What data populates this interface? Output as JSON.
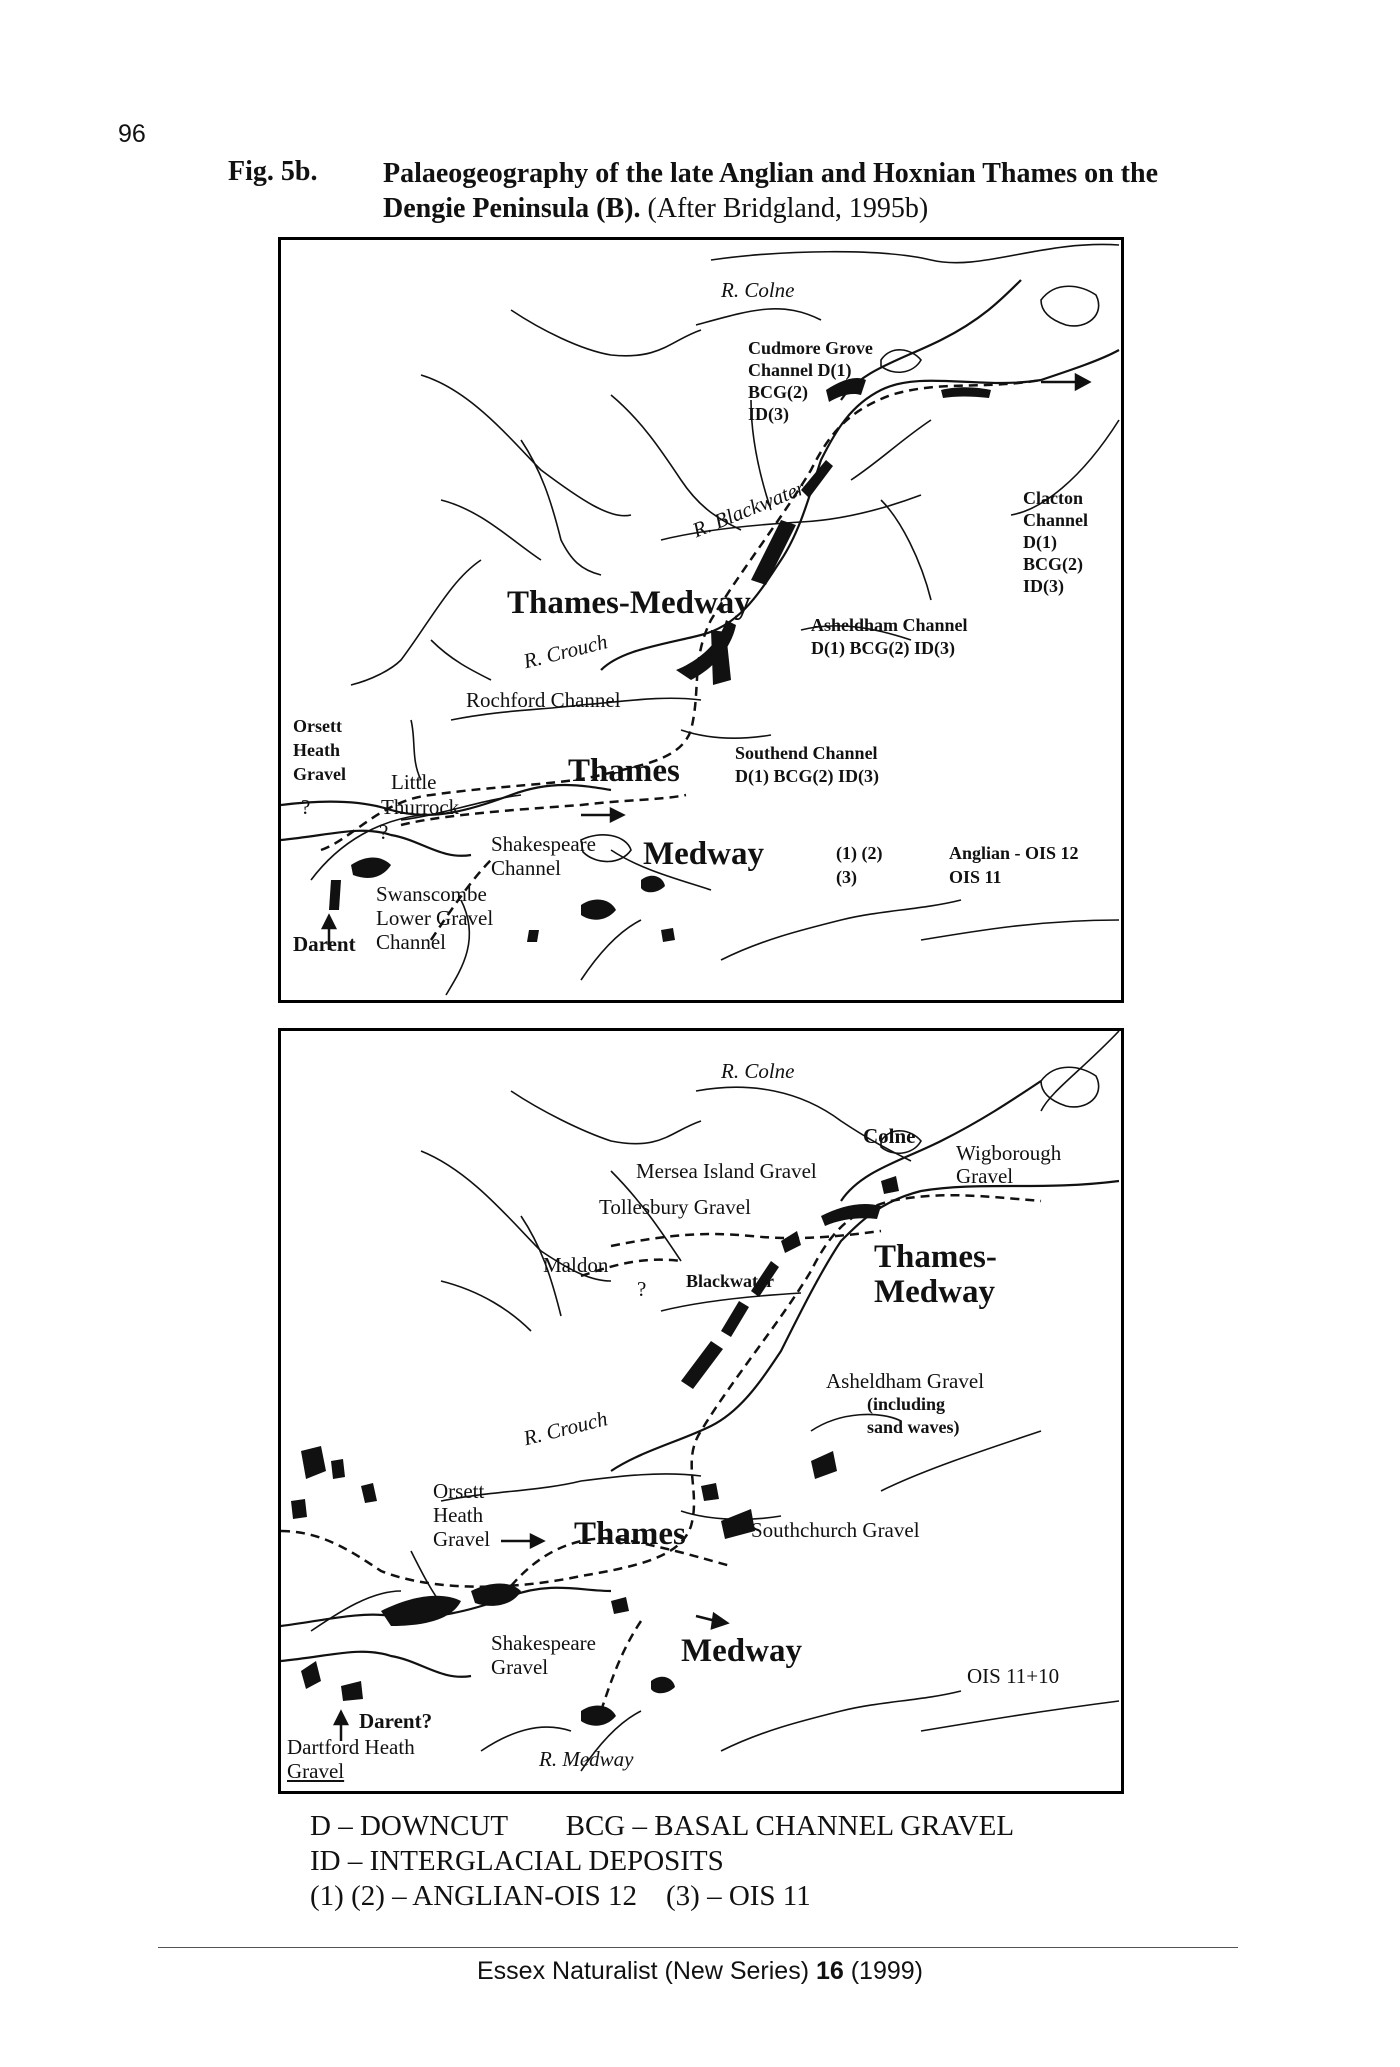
{
  "page": {
    "number": "96",
    "figure_label": "Fig. 5b.",
    "title_bold": "Palaeogeography of the late Anglian and Hoxnian Thames on the Dengie Peninsula (B).",
    "title_rest": " (After Bridgland, 1995b)"
  },
  "map_a": {
    "r_colne": "R. Colne",
    "cudmore_1": "Cudmore Grove",
    "cudmore_2": "Channel D(1)",
    "cudmore_3": "BCG(2)",
    "cudmore_4": "ID(3)",
    "clacton_1": "Clacton",
    "clacton_2": "Channel",
    "clacton_3": "D(1)",
    "clacton_4": "BCG(2)",
    "clacton_5": "ID(3)",
    "r_blackwater": "R. Blackwater",
    "thames_medway": "Thames-Medway",
    "asheldham_1": "Asheldham Channel",
    "asheldham_2": "D(1) BCG(2) ID(3)",
    "r_crouch": "R. Crouch",
    "rochford": "Rochford Channel",
    "orsett_1": "Orsett",
    "orsett_2": "Heath",
    "orsett_3": "Gravel",
    "southend_1": "Southend Channel",
    "southend_2": "D(1) BCG(2) ID(3)",
    "little_1": "Little",
    "little_2": "Thurrock",
    "thames": "Thames",
    "q1": "?",
    "q2": "?",
    "shakespeare_1": "Shakespeare",
    "shakespeare_2": "Channel",
    "medway": "Medway",
    "key_1a": "(1) (2)",
    "key_1b": "Anglian - OIS 12",
    "key_2a": "(3)",
    "key_2b": "OIS 11",
    "swanscombe_1": "Swanscombe",
    "swanscombe_2": "Lower Gravel",
    "darent": "Darent",
    "darent_channel": "Channel"
  },
  "map_b": {
    "r_colne": "R. Colne",
    "colne": "Colne",
    "mersea": "Mersea Island Gravel",
    "wigborough_1": "Wigborough",
    "wigborough_2": "Gravel",
    "tollesbury": "Tollesbury Gravel",
    "maldon": "Maldon",
    "q": "?",
    "blackwater": "Blackwater",
    "thames_medway_1": "Thames-",
    "thames_medway_2": "Medway",
    "asheldham_1": "Asheldham Gravel",
    "asheldham_2": "(including",
    "asheldham_3": "sand waves)",
    "r_crouch": "R. Crouch",
    "orsett_1": "Orsett",
    "orsett_2": "Heath",
    "orsett_3": "Gravel",
    "thames": "Thames",
    "southchurch": "Southchurch Gravel",
    "shakespeare_1": "Shakespeare",
    "shakespeare_2": "Gravel",
    "medway": "Medway",
    "ois": "OIS 11+10",
    "darent": "Darent?",
    "dartford_1": "Dartford Heath",
    "dartford_2": "Gravel",
    "r_medway": "R. Medway"
  },
  "legend": {
    "line1": "D – DOWNCUT        BCG – BASAL CHANNEL GRAVEL",
    "line2": "ID – INTERGLACIAL DEPOSITS",
    "line3": "(1) (2) – ANGLIAN-OIS 12    (3) – OIS 11"
  },
  "footer": {
    "prefix": "Essex Naturalist (New Series) ",
    "volume": "16",
    "suffix": " (1999)"
  }
}
